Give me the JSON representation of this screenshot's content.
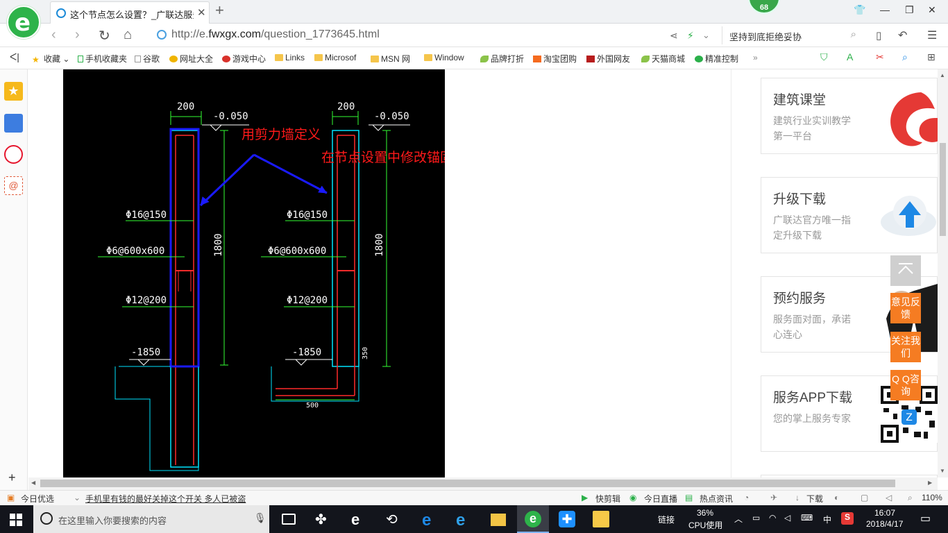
{
  "browser": {
    "tab_title": "这个节点怎么设置？_广联达服务新干线",
    "badge": "68",
    "url_prefix": "http://e.",
    "url_domain": "fwxgx.com",
    "url_path": "/question_1773645.html",
    "search_text": "坚持到底拒绝妥协",
    "bookmarks": [
      "收藏",
      "手机收藏夹",
      "谷歌",
      "网址大全",
      "游戏中心",
      "Links",
      "Microsof",
      "MSN 网",
      "Window",
      "品牌打折",
      "淘宝团购",
      "外国网友",
      "天猫商城",
      "精准控制"
    ],
    "zoom": "110%"
  },
  "cad": {
    "left_dim": "200",
    "left_elev": "-0.050",
    "left_rebar1": "Φ16@150",
    "left_rebar2": "Φ6@600x600",
    "left_rebar3": "Φ12@200",
    "left_bottom_elev": "-1850",
    "left_height": "1800",
    "right_dim": "200",
    "right_elev": "-0.050",
    "right_rebar1": "Φ16@150",
    "right_rebar2": "Φ6@600x600",
    "right_rebar3": "Φ12@200",
    "right_bottom_elev": "-1850",
    "right_height": "1800",
    "right_dim_350": "350",
    "right_dim_500": "500",
    "annotation1": "用剪力墙定义",
    "annotation2": "在节点设置中修改锚固长度"
  },
  "sidebar_cards": [
    {
      "title": "建筑课堂",
      "desc": "建筑行业实训教学第一平台"
    },
    {
      "title": "升级下载",
      "desc": "广联达官方唯一指定升级下载"
    },
    {
      "title": "预约服务",
      "desc": "服务面对面，承诺心连心"
    },
    {
      "title": "服务APP下载",
      "desc": "您的掌上服务专家"
    }
  ],
  "float_buttons": {
    "feedback": "意见反馈",
    "follow": "关注我们",
    "qq": "Q Q咨询"
  },
  "status": {
    "today": "今日优选",
    "news": "手机里有钱的最好关掉这个开关 多人已被盗",
    "clip": "快剪辑",
    "live": "今日直播",
    "hot": "热点资讯",
    "download": "下载",
    "zoom": "110%"
  },
  "taskbar": {
    "search_placeholder": "在这里输入你要搜索的内容",
    "link": "链接",
    "cpu_percent": "36%",
    "cpu_label": "CPU使用",
    "lang": "中",
    "time": "16:07",
    "date": "2018/4/17"
  }
}
